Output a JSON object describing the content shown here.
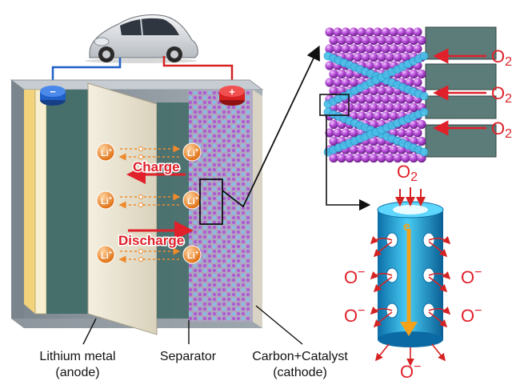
{
  "labels": {
    "anode_line1": "Lithium metal",
    "anode_line2": "(anode)",
    "separator": "Separator",
    "cathode_line1": "Carbon+Catalyst",
    "cathode_line2": "(cathode)",
    "charge": "Charge",
    "discharge": "Discharge",
    "li_ion": "Li",
    "li_sup": "+",
    "o2": "O2",
    "o2_sub": "2",
    "o2_base": "O",
    "electron": "e",
    "oxide_ion": "O",
    "oxide_sup": "−",
    "neg_sign": "−",
    "pos_sign": "+"
  },
  "colors": {
    "anode_terminal": "#1f5fc8",
    "cathode_terminal": "#d62222",
    "arrow_red": "#e0202a",
    "li_circle": "#f08a2a",
    "carbon_purple": "#b04bd6",
    "catalyst_cyan": "#49c0e8",
    "tube_cyan": "#29b6e8",
    "electron_orange": "#f5a21a"
  }
}
